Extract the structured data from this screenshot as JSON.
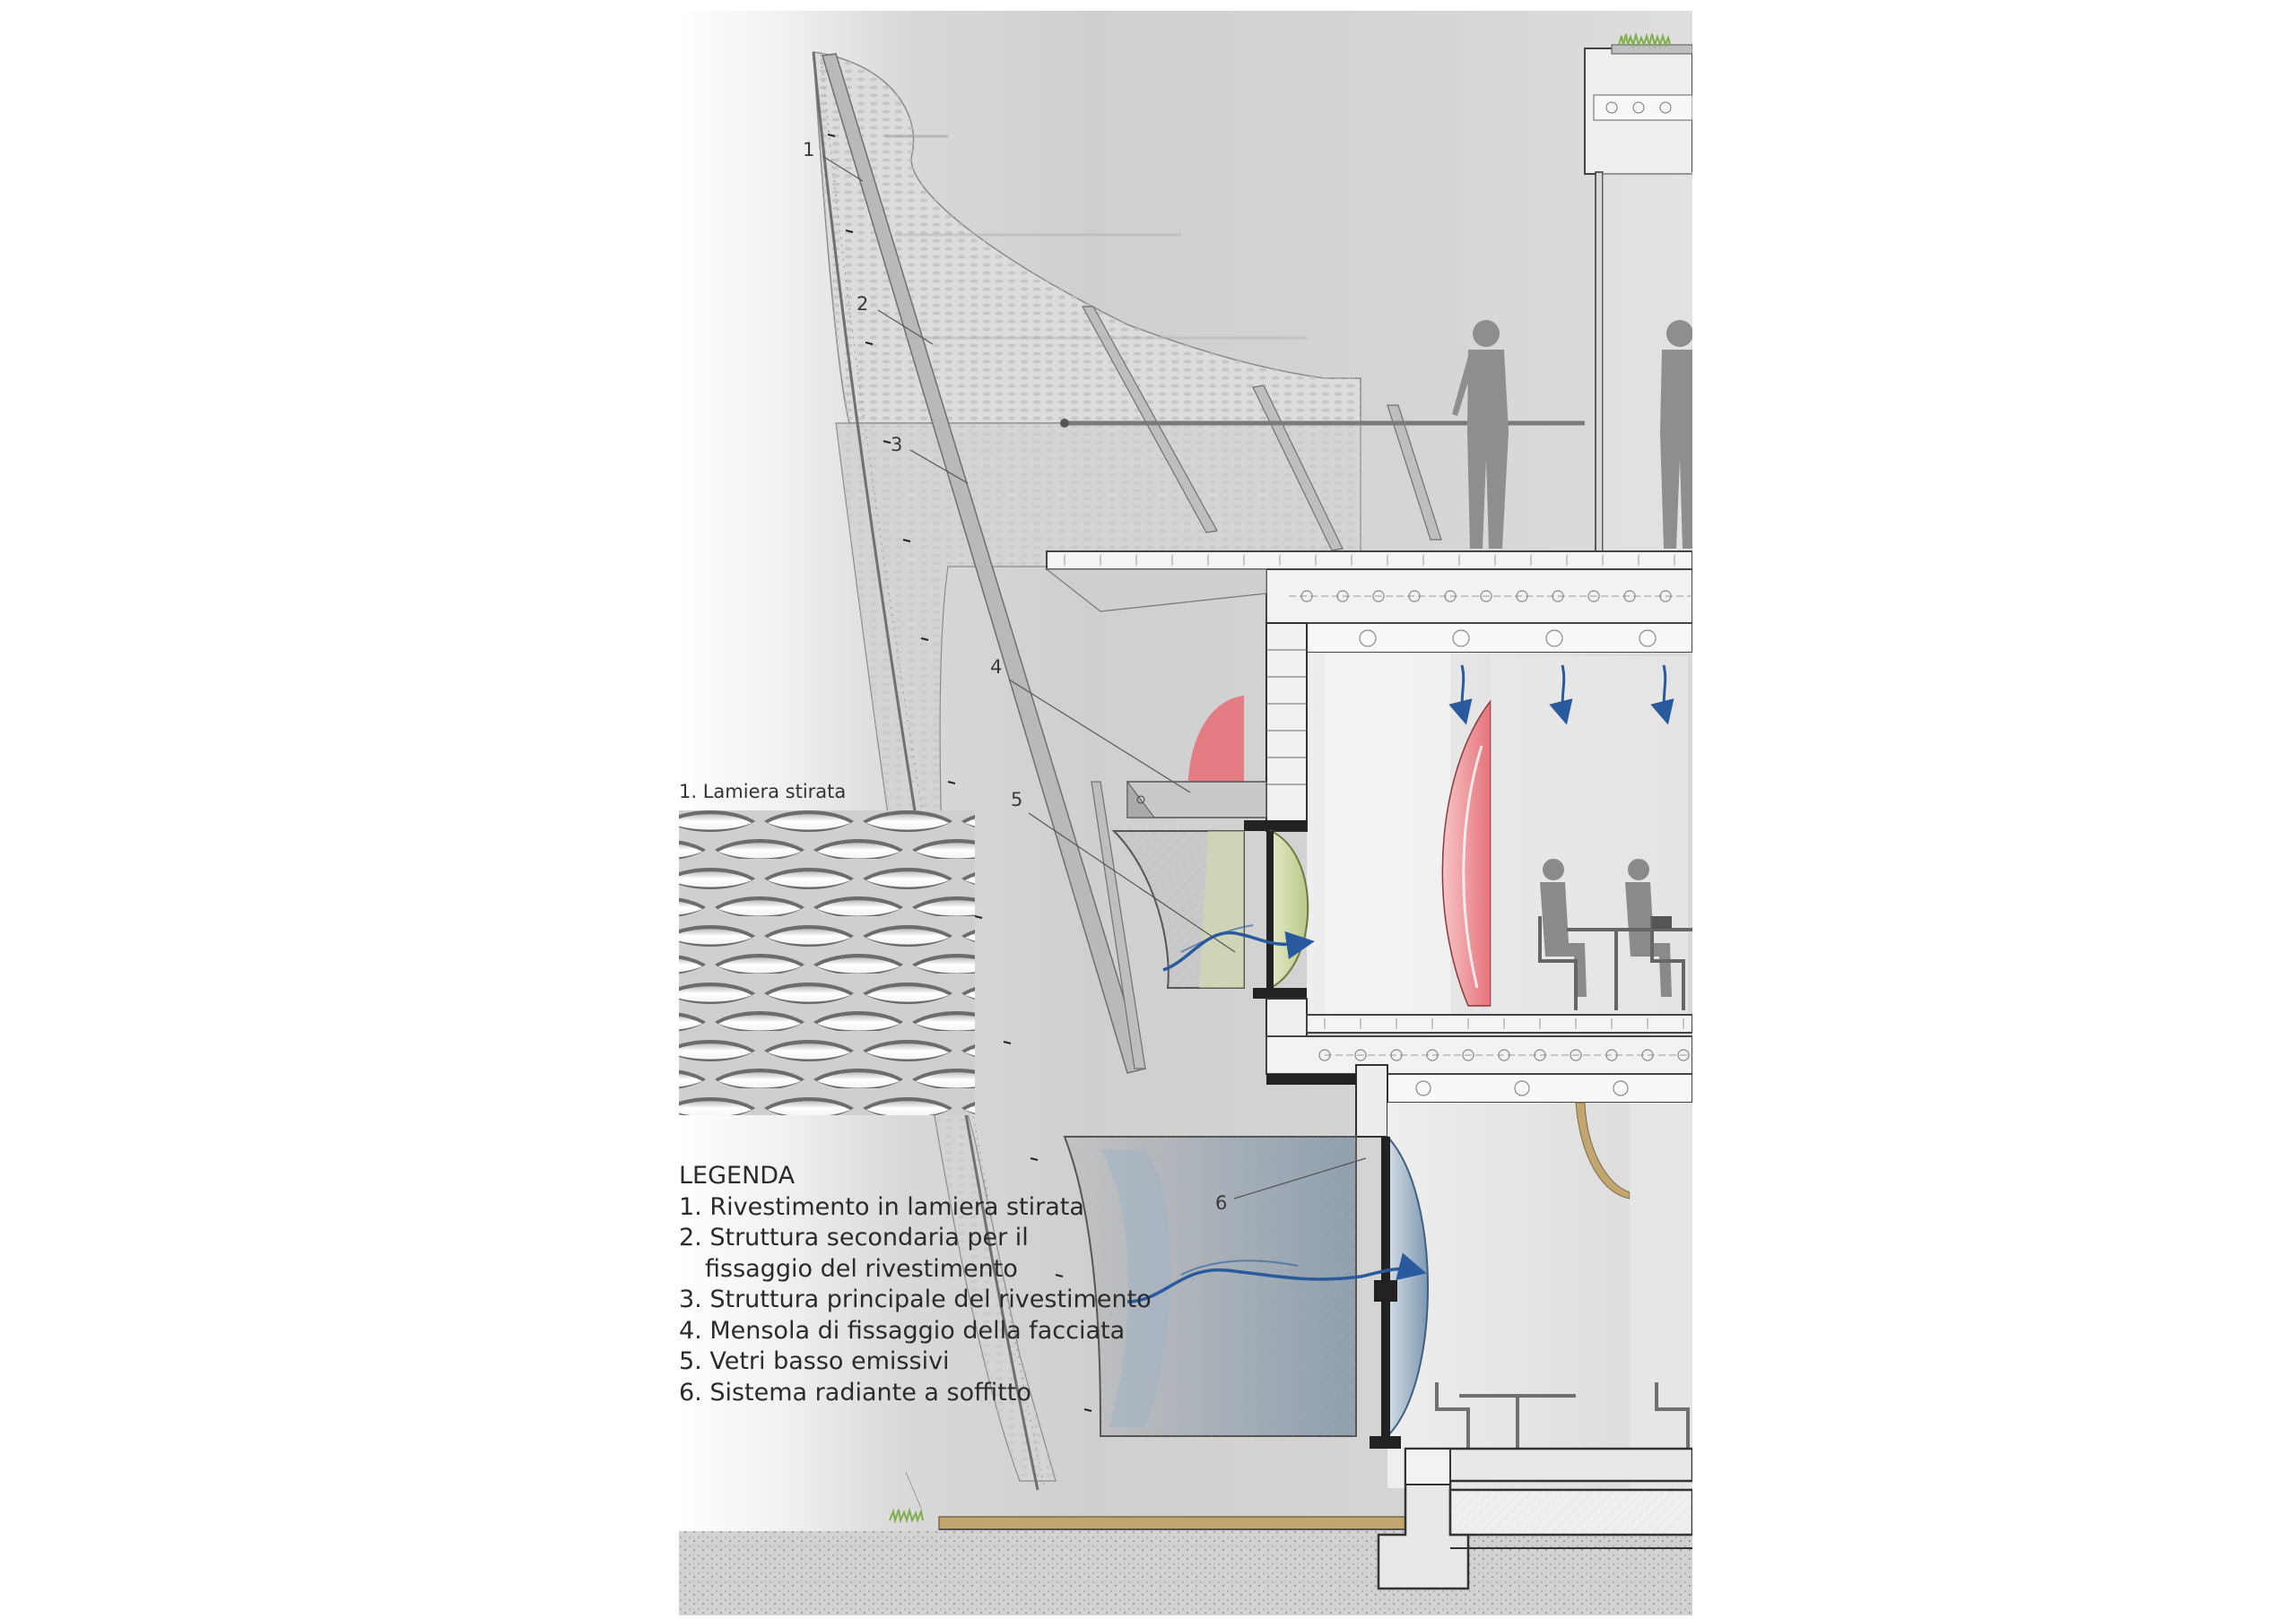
{
  "callouts": [
    "1",
    "2",
    "3",
    "4",
    "5",
    "6"
  ],
  "mesh_title": "1. Lamiera stirata",
  "legend": {
    "title": "LEGENDA",
    "items": [
      "1. Rivestimento in lamiera stirata",
      "2. Struttura secondaria per il",
      "fissaggio del rivestimento",
      "3. Struttura principale del rivestimento",
      "4. Mensola di fissaggio della facciata",
      "5. Vetri basso emissivi",
      "6. Sistema radiante a soffitto"
    ]
  },
  "colors": {
    "red_panel": "#e5737a",
    "airflow_arrow": "#2a5a9e",
    "green_glass": "#b9c98a",
    "blue_glass": "#7d98b2",
    "wood_floor": "#c2a670",
    "grass": "#7fae4f"
  }
}
